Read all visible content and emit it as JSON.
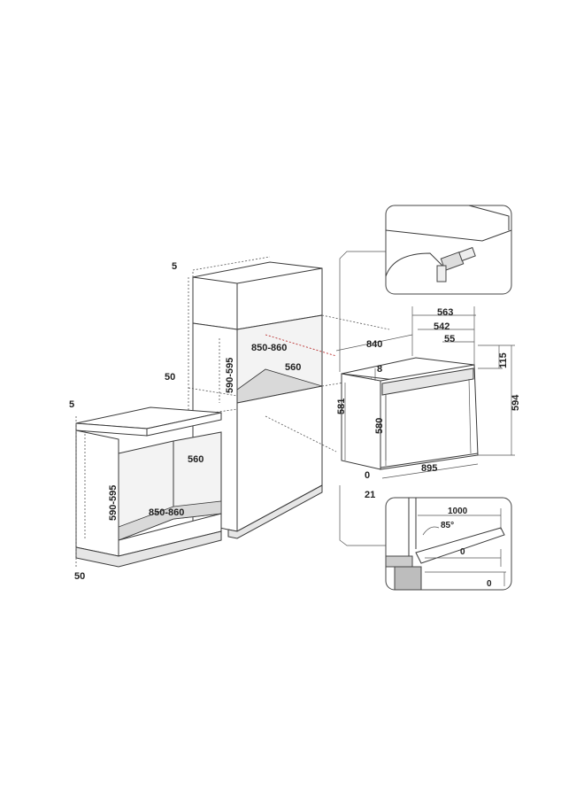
{
  "dimensions": {
    "tall_top_offset": "5",
    "tall_side_gap": "50",
    "tall_cavity_height": "590-595",
    "tall_cavity_width": "850-860",
    "tall_cavity_depth": "560",
    "base_top_offset": "5",
    "base_bottom_gap": "50",
    "base_cavity_height": "590-595",
    "base_cavity_depth": "560",
    "base_cavity_width": "850-860",
    "oven_depth_total": "563",
    "oven_depth_body": "542",
    "oven_front_depth": "55",
    "oven_top_depth": "840",
    "oven_panel_height": "115",
    "oven_total_height": "594",
    "oven_offset_8": "8",
    "oven_side_height": "581",
    "oven_front_height": "580",
    "oven_width": "895",
    "oven_bottom_0": "0",
    "oven_bottom_21": "21",
    "door_clearance": "1000",
    "door_angle": "85°",
    "door_gap_0a": "0",
    "door_gap_0b": "0"
  }
}
